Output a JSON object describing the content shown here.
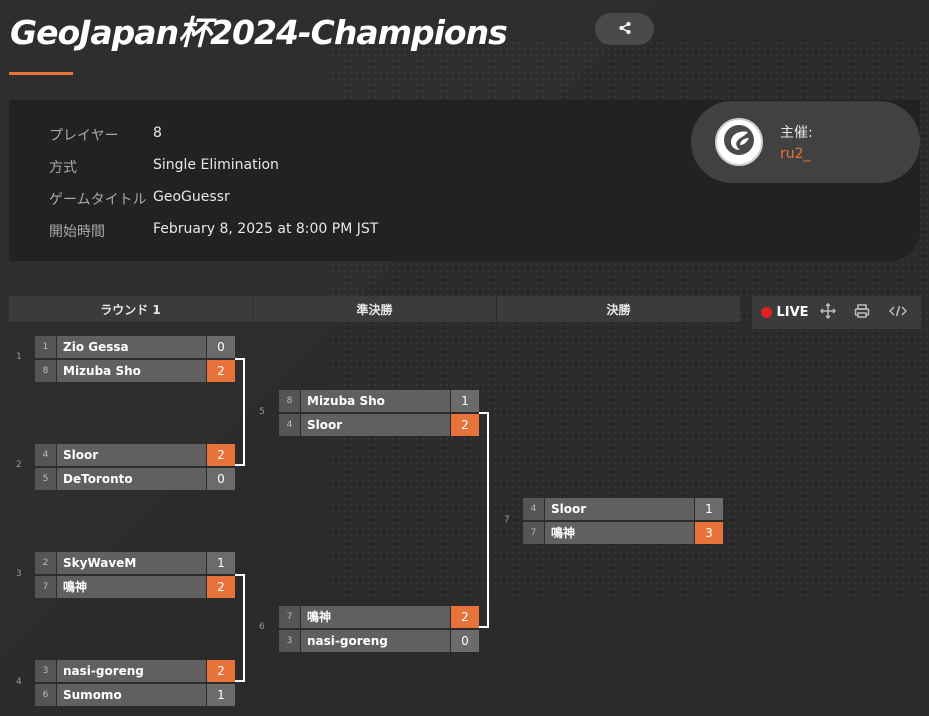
{
  "title": "GeoJapan杯2024-Champions",
  "icons": {
    "share": "share-icon",
    "host_logo": "logo-icon",
    "move": "move-icon",
    "print": "print-icon",
    "embed": "code-icon"
  },
  "colors": {
    "accent": "#e8733a",
    "live": "#e02020",
    "panel": "#222222",
    "background": "#2e2e2e"
  },
  "info": [
    {
      "label": "プレイヤー",
      "value": "8"
    },
    {
      "label": "方式",
      "value": "Single Elimination"
    },
    {
      "label": "ゲームタイトル",
      "value": "GeoGuessr"
    },
    {
      "label": "開始時間",
      "value": "February 8, 2025 at 8:00 PM JST"
    }
  ],
  "host": {
    "label": "主催:",
    "name": "ru2_"
  },
  "rounds": [
    "ラウンド 1",
    "準決勝",
    "決勝"
  ],
  "toolbar": {
    "live_label": "LIVE"
  },
  "matches": [
    {
      "num": "1",
      "p1": {
        "seed": "1",
        "name": "Zio Gessa",
        "score": "0",
        "win": false
      },
      "p2": {
        "seed": "8",
        "name": "Mizuba Sho",
        "score": "2",
        "win": true
      }
    },
    {
      "num": "2",
      "p1": {
        "seed": "4",
        "name": "Sloor",
        "score": "2",
        "win": true
      },
      "p2": {
        "seed": "5",
        "name": "DeToronto",
        "score": "0",
        "win": false
      }
    },
    {
      "num": "3",
      "p1": {
        "seed": "2",
        "name": "SkyWaveM",
        "score": "1",
        "win": false
      },
      "p2": {
        "seed": "7",
        "name": "鳴神",
        "score": "2",
        "win": true
      }
    },
    {
      "num": "4",
      "p1": {
        "seed": "3",
        "name": "nasi-goreng",
        "score": "2",
        "win": true
      },
      "p2": {
        "seed": "6",
        "name": "Sumomo",
        "score": "1",
        "win": false
      }
    },
    {
      "num": "5",
      "p1": {
        "seed": "8",
        "name": "Mizuba Sho",
        "score": "1",
        "win": false
      },
      "p2": {
        "seed": "4",
        "name": "Sloor",
        "score": "2",
        "win": true
      }
    },
    {
      "num": "6",
      "p1": {
        "seed": "7",
        "name": "鳴神",
        "score": "2",
        "win": true
      },
      "p2": {
        "seed": "3",
        "name": "nasi-goreng",
        "score": "0",
        "win": false
      }
    },
    {
      "num": "7",
      "p1": {
        "seed": "4",
        "name": "Sloor",
        "score": "1",
        "win": false
      },
      "p2": {
        "seed": "7",
        "name": "鳴神",
        "score": "3",
        "win": true
      }
    }
  ]
}
